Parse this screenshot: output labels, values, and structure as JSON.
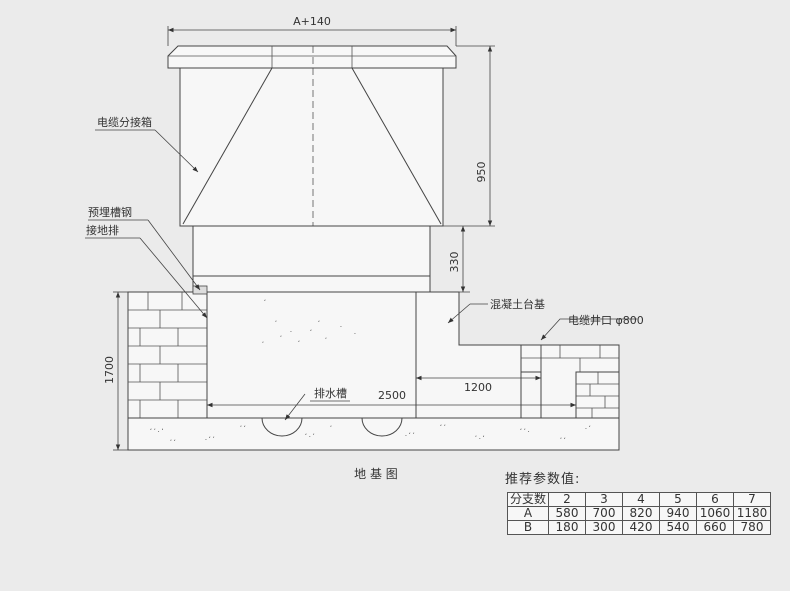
{
  "labels": {
    "dim_top": "A+140",
    "dim_950": "950",
    "dim_330": "330",
    "dim_1700": "1700",
    "dim_2500": "2500",
    "dim_1200": "1200",
    "cable_box": "电缆分接箱",
    "embedded_channel": "预埋槽钢",
    "ground_bar": "接地排",
    "concrete_base": "混凝土台基",
    "cable_well": "电缆井口 φ800",
    "drain_trough": "排水槽",
    "caption": "地 基 图"
  },
  "params": {
    "title": "推荐参数值:",
    "header_label": "分支数",
    "columns": [
      "2",
      "3",
      "4",
      "5",
      "6",
      "7"
    ],
    "rows": [
      {
        "label": "A",
        "values": [
          "580",
          "700",
          "820",
          "940",
          "1060",
          "1180"
        ]
      },
      {
        "label": "B",
        "values": [
          "180",
          "300",
          "420",
          "540",
          "660",
          "780"
        ]
      }
    ]
  },
  "colors": {
    "background": "#ebebeb",
    "line": "#444444"
  }
}
